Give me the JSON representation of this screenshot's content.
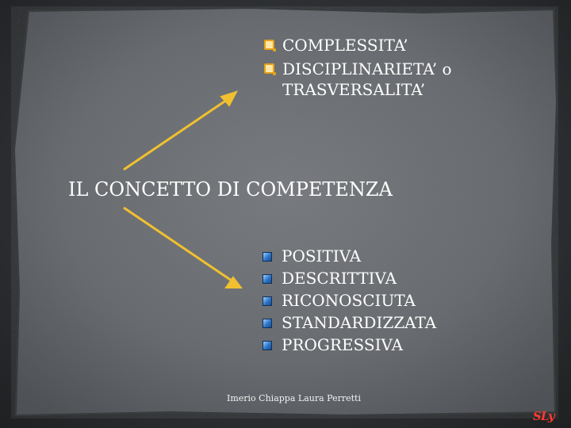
{
  "top_list": {
    "items": [
      {
        "line1": "COMPLESSITA’"
      },
      {
        "line1": "DISCIPLINARIETA’  o",
        "line2": "TRASVERSALITA’"
      }
    ]
  },
  "title": "IL CONCETTO DI  COMPETENZA",
  "bottom_list": {
    "items": [
      "POSITIVA",
      "DESCRITTIVA",
      "RICONOSCIUTA",
      "STANDARDIZZATA",
      "PROGRESSIVA"
    ]
  },
  "footer": {
    "authors": "Imerio Chiappa  Laura Perretti",
    "logo": "SLy"
  },
  "colors": {
    "arrow": "#f0c030",
    "bullet_top": "#e5a11a",
    "bullet_bottom": "#2d74c7",
    "background": "#6a6d71"
  }
}
